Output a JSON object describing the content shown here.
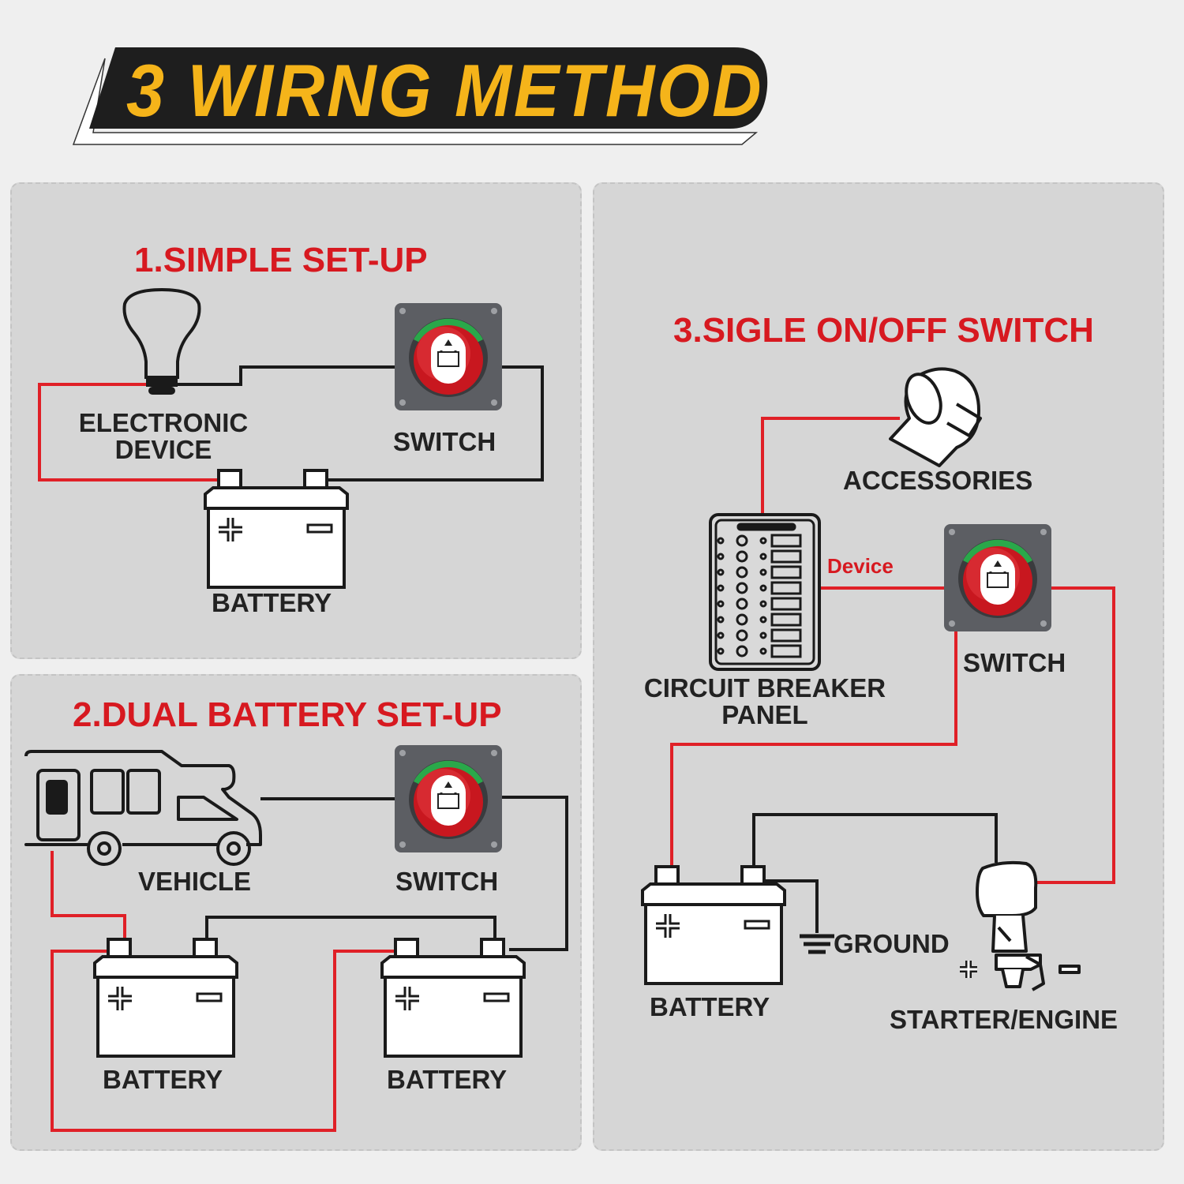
{
  "header": {
    "title": "3 WIRNG METHOD"
  },
  "colors": {
    "title_yellow": "#f5b41a",
    "banner_black": "#1e1e1e",
    "section_red": "#d71920",
    "wire_red": "#e02027",
    "wire_black": "#1a1a1a",
    "panel_gray": "#d6d6d6",
    "switch_knob_red": "#d62027",
    "switch_arc_green": "#2aa84a"
  },
  "simple": {
    "title": "1.SIMPLE SET-UP",
    "device_label_line1": "ELECTRONIC",
    "device_label_line2": "DEVICE",
    "switch_label": "SWITCH",
    "battery_label": "BATTERY",
    "icons": [
      "lightbulb-icon",
      "battery-switch-icon",
      "battery-icon"
    ]
  },
  "dual": {
    "title": "2.DUAL BATTERY SET-UP",
    "vehicle_label": "VEHICLE",
    "switch_label": "SWITCH",
    "battery1_label": "BATTERY",
    "battery2_label": "BATTERY",
    "icons": [
      "rv-vehicle-icon",
      "battery-switch-icon",
      "battery-icon",
      "battery-icon"
    ]
  },
  "single": {
    "title": "3.SIGLE ON/OFF SWITCH",
    "accessories_label": "ACCESSORIES",
    "device_wire_label": "Device",
    "switch_label": "SWITCH",
    "breaker_label_line1": "CIRCUIT BREAKER",
    "breaker_label_line2": "PANEL",
    "ground_label": "GROUND",
    "battery_label": "BATTERY",
    "starter_label": "STARTER/ENGINE",
    "icons": [
      "horn-accessory-icon",
      "circuit-breaker-panel-icon",
      "battery-switch-icon",
      "battery-icon",
      "ground-symbol-icon",
      "outboard-motor-icon"
    ]
  }
}
